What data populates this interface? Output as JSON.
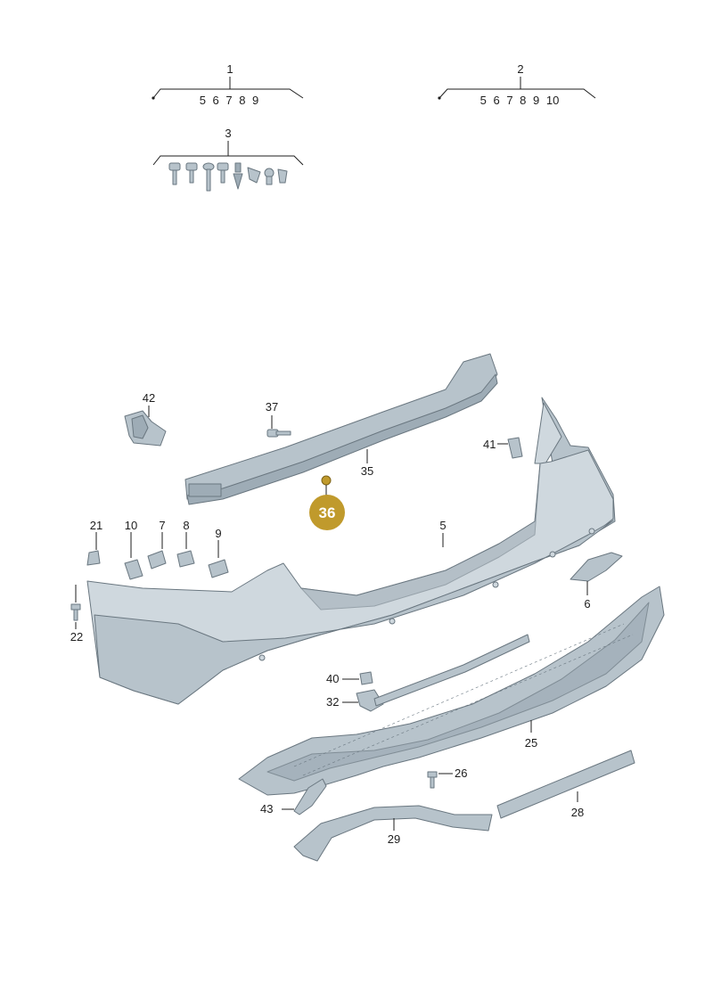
{
  "callouts": {
    "c1": "1",
    "c2": "2",
    "c3": "3",
    "c5": "5",
    "c6": "6",
    "c7": "7",
    "c8": "8",
    "c9": "9",
    "c10": "10",
    "c21": "21",
    "c22": "22",
    "c25": "25",
    "c26": "26",
    "c28": "28",
    "c29": "29",
    "c32": "32",
    "c35": "35",
    "c37": "37",
    "c40": "40",
    "c41": "41",
    "c42": "42",
    "c43": "43"
  },
  "groups": {
    "group1_items": "5 6 7 8 9",
    "group2_items": "5 6 7 8 9 10"
  },
  "highlight": {
    "number": "36",
    "color": "#C09A2C"
  },
  "colors": {
    "part_light": "#cfd8de",
    "part_mid": "#b7c3cb",
    "part_dark": "#9eacb6",
    "outline": "#6a7780"
  }
}
